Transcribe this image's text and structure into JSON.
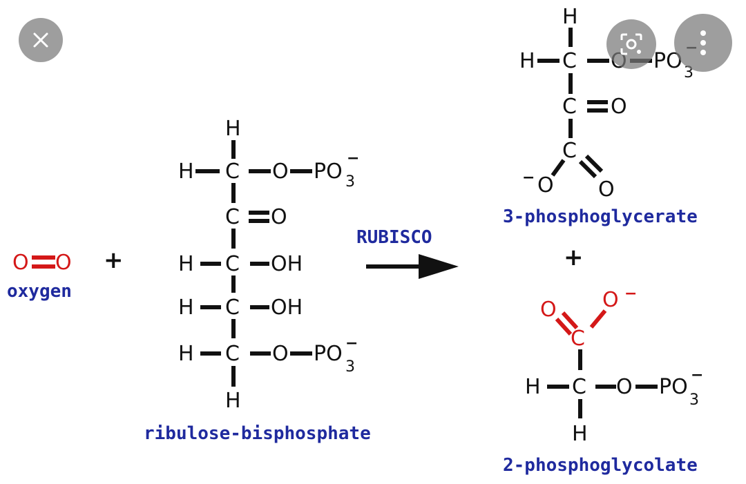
{
  "reaction": {
    "enzyme_label": "RUBISCO",
    "plus": "+",
    "oxygen": {
      "name": "oxygen",
      "formula_left": "O",
      "formula_right": "O"
    },
    "ribulose": {
      "name": "ribulose-bisphosphate",
      "atom_h": "H",
      "atom_c": "C",
      "atom_o": "O",
      "group_oh": "OH",
      "group_po": "PO",
      "subscript_3": "3",
      "charge": "−"
    },
    "phosphoglycerate": {
      "name": "3-phosphoglycerate"
    },
    "phosphoglycolate": {
      "name": "2-phosphoglycolate"
    }
  },
  "controls": {
    "visual_search_icon": "lens-search-icon",
    "more_options_icon": "vertical-dots-icon",
    "close_icon": "close-icon"
  },
  "colors": {
    "bond": "#111111",
    "oxygen_red": "#d41818",
    "label_blue": "#1f2a9e",
    "overlay_gray": "#7a7a7a"
  }
}
